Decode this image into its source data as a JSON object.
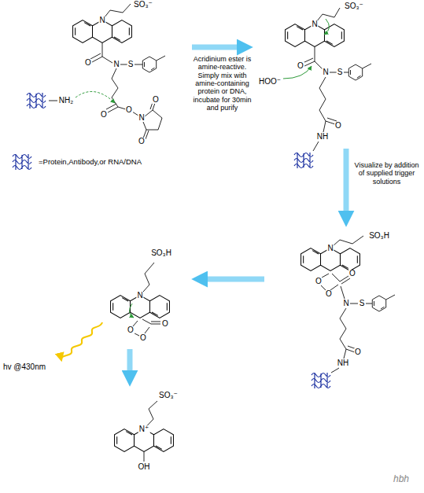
{
  "diagram": {
    "nodes": [
      {
        "text": [
          "N",
          "SO₃⁻",
          "O",
          "N",
          "S",
          "NH₂",
          "O",
          "O",
          "N",
          "O",
          "O"
        ]
      },
      {
        "text": [
          "N",
          "SO₃⁻",
          "HOO⁻",
          "O",
          "N",
          "S",
          "O",
          "NH"
        ]
      },
      {
        "text": [
          "N",
          "SO₃H",
          "O",
          "O",
          "O",
          "N",
          "S",
          "O",
          "NH"
        ]
      },
      {
        "text": [
          "N",
          "SO₃H",
          "O",
          "O",
          "O"
        ]
      },
      {
        "text": [
          "N⁺",
          "SO₃⁻",
          "OH"
        ]
      }
    ],
    "edges": [
      {
        "from": 0,
        "to": 1,
        "arrow": "to",
        "label": "Acridinium ester is amine-reactive. Simply mix with amine-containing protein or DNA, incubate for 30min and purify"
      },
      {
        "from": 1,
        "to": 2,
        "arrow": "to",
        "label": "Visualize by addition of supplied trigger solutions"
      },
      {
        "from": 2,
        "to": 3,
        "arrow": "to"
      },
      {
        "from": 3,
        "to": 4,
        "arrow": "to"
      }
    ],
    "labels": [
      "hv @430nm",
      "hbh"
    ],
    "legend": [
      {
        "text": "=Protein,Antibody,or RNA/DNA"
      }
    ]
  }
}
